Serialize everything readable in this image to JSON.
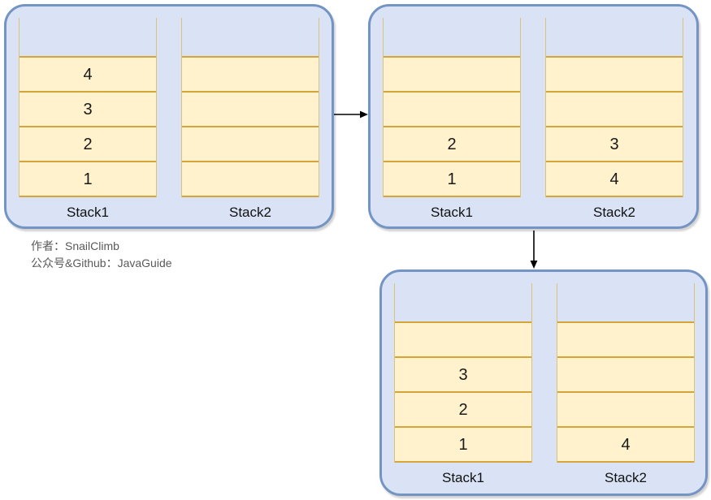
{
  "colors": {
    "panel_fill": "#d9e3f5",
    "panel_border": "#7494c4",
    "cell_fill": "#fff2cc",
    "cell_border": "#d5a43b",
    "wall_border": "#dcc178",
    "value_text": "#1a1a1a",
    "label_text": "#111111",
    "caption_text": "#595959",
    "arrow": "#000000"
  },
  "panels": [
    {
      "id": "state-1",
      "stacks": [
        {
          "label": "Stack1",
          "cells": [
            "4",
            "3",
            "2",
            "1"
          ]
        },
        {
          "label": "Stack2",
          "cells": [
            "",
            "",
            "",
            ""
          ]
        }
      ]
    },
    {
      "id": "state-2",
      "stacks": [
        {
          "label": "Stack1",
          "cells": [
            "",
            "",
            "2",
            "1"
          ]
        },
        {
          "label": "Stack2",
          "cells": [
            "",
            "",
            "3",
            "4"
          ]
        }
      ]
    },
    {
      "id": "state-3",
      "stacks": [
        {
          "label": "Stack1",
          "cells": [
            "",
            "3",
            "2",
            "1"
          ]
        },
        {
          "label": "Stack2",
          "cells": [
            "",
            "",
            "",
            "4"
          ]
        }
      ]
    }
  ],
  "caption": {
    "line1": "作者：SnailClimb",
    "line2": "公众号&Github：JavaGuide"
  }
}
